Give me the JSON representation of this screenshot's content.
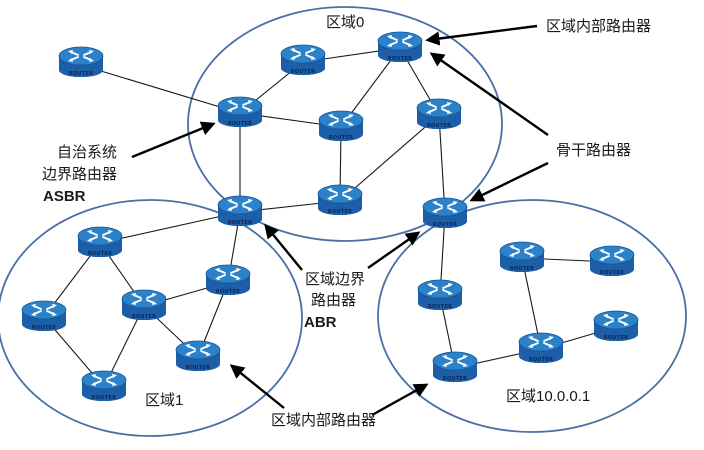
{
  "areas": [
    {
      "id": "area0",
      "label": "区域0"
    },
    {
      "id": "area1",
      "label": "区域1"
    },
    {
      "id": "area10",
      "label": "区域10.0.0.1"
    }
  ],
  "callouts": {
    "internal_top": "区域内部路由器",
    "backbone": "骨干路由器",
    "asbr": [
      "自治系统",
      "边界路由器",
      "ASBR"
    ],
    "abr": [
      "区域边界",
      "路由器",
      "ABR"
    ],
    "internal_bottom": "区域内部路由器"
  },
  "router_label": "ROUTER",
  "colors": {
    "area_stroke": "#4a6fa5",
    "link": "#1a1a1a",
    "arrow": "#000000",
    "router_top": "#2c82c9",
    "router_body": "#1c5ea8",
    "router_dark": "#0d3f7a"
  },
  "routers": [
    "r_out",
    "r_a0_1",
    "r_a0_2",
    "r_a0_3",
    "r_a0_4",
    "r_a0_5",
    "r_a0_6",
    "r_asbr_abr1",
    "r_a0_7",
    "r_abr10",
    "r_a1_1",
    "r_a1_2",
    "r_a1_3",
    "r_a1_4",
    "r_a1_5",
    "r_a1_6",
    "r_a10_1",
    "r_a10_2",
    "r_a10_3",
    "r_a10_4",
    "r_a10_5",
    "r_a10_6"
  ]
}
